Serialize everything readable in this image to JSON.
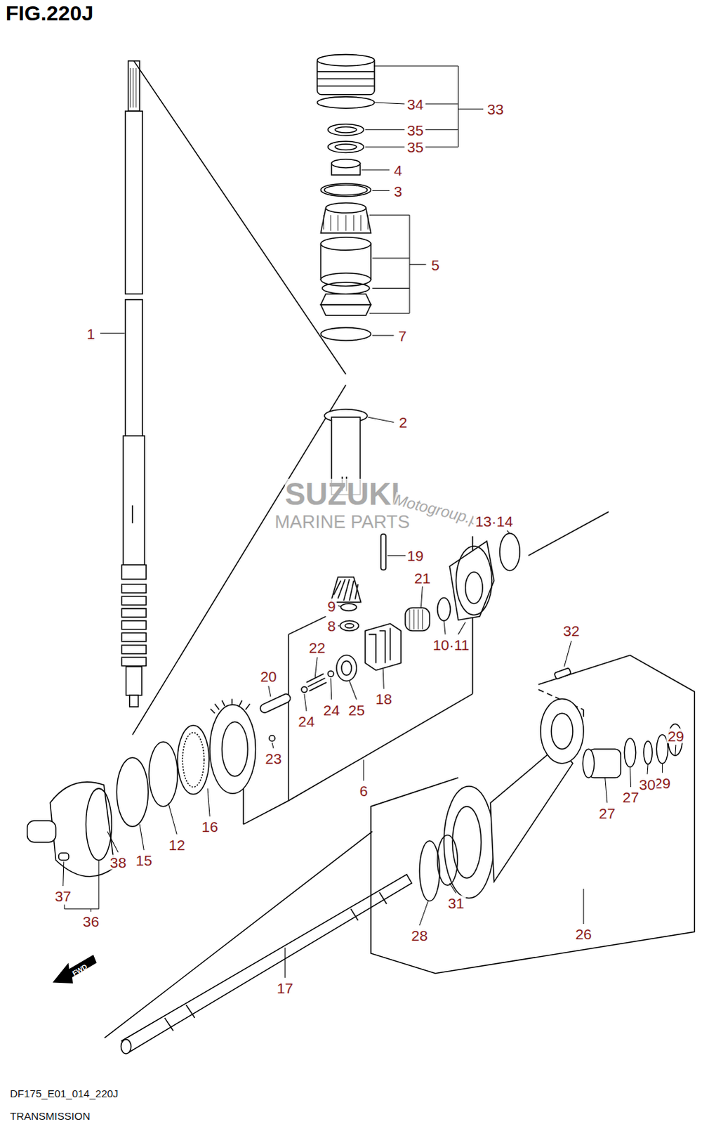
{
  "diagram": {
    "title": "FIG.220J",
    "labels": [
      "34",
      "33",
      "35",
      "35",
      "4",
      "3",
      "5",
      "1",
      "7",
      "2",
      "SUZUKI",
      "MARINE PARTS",
      "Motogroup.pl",
      "13·14",
      "19",
      "21",
      "9",
      "8",
      "10·11",
      "32",
      "22",
      "20",
      "18",
      "24",
      "24",
      "25",
      "23",
      "29",
      "29",
      "30",
      "27",
      "27",
      "6",
      "16",
      "12",
      "15",
      "38",
      "37",
      "36",
      "31",
      "28",
      "26",
      "17",
      "FWD",
      "DF175_E01_014_220J",
      "TRANSMISSION"
    ]
  }
}
